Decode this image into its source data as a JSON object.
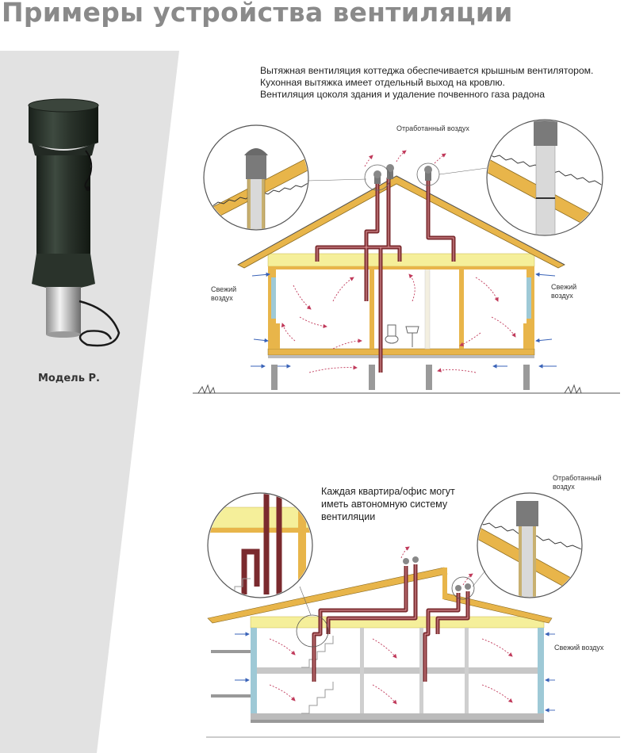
{
  "page": {
    "title": "Примеры устройства вентиляции"
  },
  "product": {
    "model_label": "Модель Р."
  },
  "diagram1": {
    "caption_lines": [
      "Вытяжная вентиляция коттеджа обеспечивается крышным вентилятором.",
      "Кухонная  вытяжка имеет отдельный выход на кровлю.",
      "Вентиляция цоколя здания и удаление почвенного газа радона"
    ],
    "label_exhaust": "Отработанный воздух",
    "label_fresh_left": [
      "Свежий",
      "воздух"
    ],
    "label_fresh_right": [
      "Свежий",
      "воздух"
    ]
  },
  "diagram2": {
    "caption_lines": [
      "Каждая квартира/офис могут",
      "иметь автономную систему",
      "вентиляции"
    ],
    "label_exhaust": [
      "Отработанный",
      "воздух"
    ],
    "label_fresh": "Свежий воздух"
  },
  "colors": {
    "title": "#8a8a8a",
    "band": "#e3e3e3",
    "duct": "#7a2a2e",
    "roof": "#e8b54a",
    "insulation": "#f5ef9a",
    "wall": "#9ec9d6",
    "arrow_exhaust": "#c0395a",
    "arrow_fresh": "#3a63b8"
  }
}
